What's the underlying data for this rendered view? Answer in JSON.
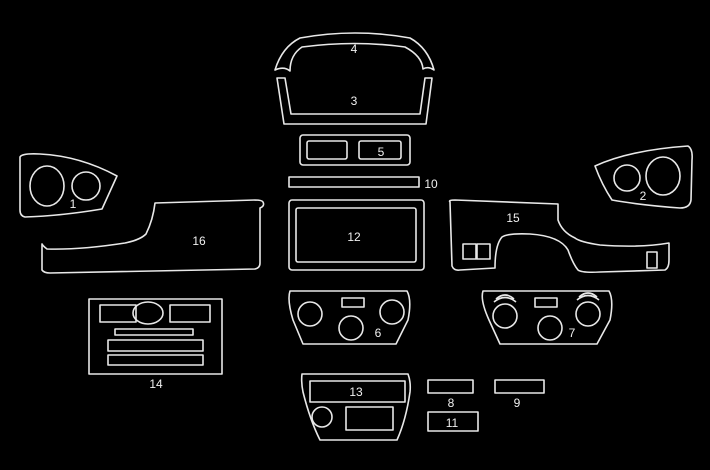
{
  "diagram": {
    "background": "#000000",
    "stroke_color": "#e8e8e8",
    "parts": {
      "p1": "1",
      "p2": "2",
      "p3": "3",
      "p4": "4",
      "p5": "5",
      "p6": "6",
      "p7": "7",
      "p8": "8",
      "p9": "9",
      "p10": "10",
      "p11": "11",
      "p12": "12",
      "p13": "13",
      "p14": "14",
      "p15": "15",
      "p16": "16"
    }
  }
}
